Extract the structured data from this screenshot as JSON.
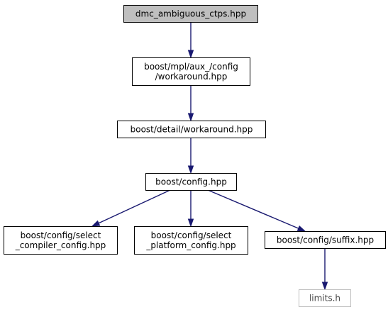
{
  "colors": {
    "root_fill": "#bfbfbf",
    "node_fill": "#ffffff",
    "node_stroke": "#000000",
    "missing_stroke": "#bfbfbf",
    "edge": "#191970"
  },
  "nodes": [
    {
      "id": "dmc",
      "lines": [
        "dmc_ambiguous_ctps.hpp"
      ],
      "kind": "root"
    },
    {
      "id": "mpl_workaround",
      "lines": [
        "boost/mpl/aux_/config",
        "/workaround.hpp"
      ],
      "kind": "normal"
    },
    {
      "id": "detail_workaround",
      "lines": [
        "boost/detail/workaround.hpp"
      ],
      "kind": "normal"
    },
    {
      "id": "config",
      "lines": [
        "boost/config.hpp"
      ],
      "kind": "normal"
    },
    {
      "id": "select_compiler",
      "lines": [
        "boost/config/select",
        "_compiler_config.hpp"
      ],
      "kind": "normal"
    },
    {
      "id": "select_platform",
      "lines": [
        "boost/config/select",
        "_platform_config.hpp"
      ],
      "kind": "normal"
    },
    {
      "id": "suffix",
      "lines": [
        "boost/config/suffix.hpp"
      ],
      "kind": "normal"
    },
    {
      "id": "limits",
      "lines": [
        "limits.h"
      ],
      "kind": "missing"
    }
  ],
  "edges": [
    {
      "from": "dmc",
      "to": "mpl_workaround"
    },
    {
      "from": "mpl_workaround",
      "to": "detail_workaround"
    },
    {
      "from": "detail_workaround",
      "to": "config"
    },
    {
      "from": "config",
      "to": "select_compiler"
    },
    {
      "from": "config",
      "to": "select_platform"
    },
    {
      "from": "config",
      "to": "suffix"
    },
    {
      "from": "suffix",
      "to": "limits"
    }
  ]
}
